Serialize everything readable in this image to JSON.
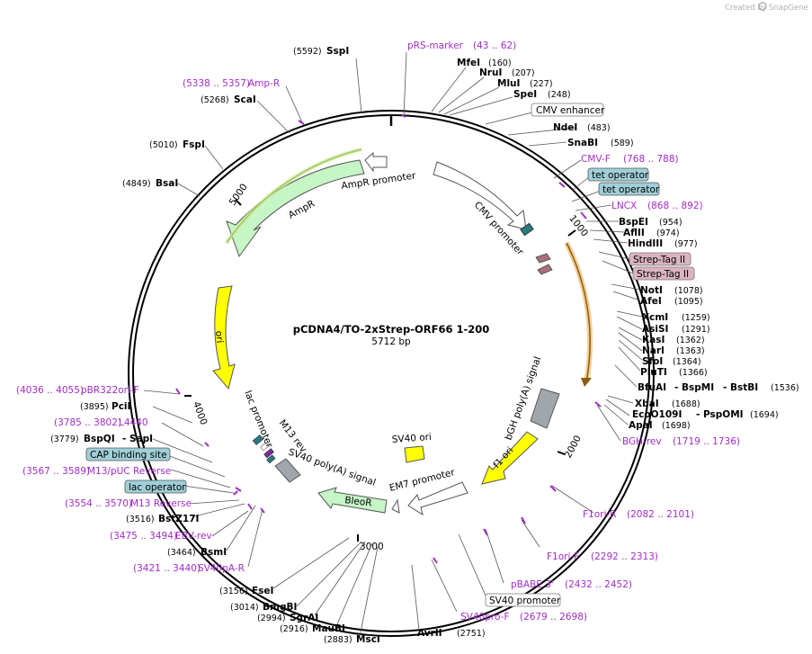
{
  "header": {
    "created_by": "Created by",
    "brand": "SnapGene"
  },
  "plasmid": {
    "name": "pCDNA4/TO-2xStrep-ORF66 1-200",
    "size_label": "5712 bp"
  },
  "ticks": [
    "1000",
    "2000",
    "3000",
    "4000",
    "5000"
  ],
  "colors": {
    "primer": "#a22cc9",
    "yellow": "#ffff00",
    "green": "#c6f5c6",
    "orange": "#e8a030",
    "teal": "#2a7a80",
    "mauve": "#a8707c"
  },
  "features": {
    "ampr_promoter": "AmpR promoter",
    "ampr": "AmpR",
    "cmv_promoter": "CMV promoter",
    "ori": "ori",
    "lac_promoter": "lac promoter",
    "m13_rev": "M13 rev",
    "sv40_polya": "SV40 poly(A) signal",
    "bleor": "BleoR",
    "em7": "EM7 promoter",
    "sv40_ori": "SV40 ori",
    "f1_ori": "f1 ori",
    "bgh": "bGH poly(A) signal"
  },
  "labels": {
    "sspi": {
      "pos": "(5592)",
      "name": "SspI"
    },
    "prs": {
      "name": "pRS-marker",
      "range": "(43 .. 62)"
    },
    "mfei": {
      "name": "MfeI",
      "pos": "(160)"
    },
    "nrui": {
      "name": "NruI",
      "pos": "(207)"
    },
    "mlui": {
      "name": "MluI",
      "pos": "(227)"
    },
    "spei": {
      "name": "SpeI",
      "pos": "(248)"
    },
    "cmv_enh": {
      "name": "CMV enhancer"
    },
    "ndei": {
      "name": "NdeI",
      "pos": "(483)"
    },
    "snabi": {
      "name": "SnaBI",
      "pos": "(589)"
    },
    "cmvf": {
      "name": "CMV-F",
      "range": "(768 .. 788)"
    },
    "tetop1": {
      "name": "tet operator"
    },
    "tetop2": {
      "name": "tet operator"
    },
    "lncx": {
      "name": "LNCX",
      "range": "(868 .. 892)"
    },
    "bspei": {
      "name": "BspEI",
      "pos": "(954)"
    },
    "aflii": {
      "name": "AflII",
      "pos": "(974)"
    },
    "hindiii": {
      "name": "HindIII",
      "pos": "(977)"
    },
    "strep1": {
      "name": "Strep-Tag II"
    },
    "strep2": {
      "name": "Strep-Tag II"
    },
    "noti": {
      "name": "NotI",
      "pos": "(1078)"
    },
    "afei": {
      "name": "AfeI",
      "pos": "(1095)"
    },
    "xcmi": {
      "name": "XcmI",
      "pos": "(1259)"
    },
    "asisi": {
      "name": "AsiSI",
      "pos": "(1291)"
    },
    "kasi": {
      "name": "KasI",
      "pos": "(1362)"
    },
    "nari": {
      "name": "NarI",
      "pos": "(1363)"
    },
    "sfoi": {
      "name": "SfoI",
      "pos": "(1364)"
    },
    "pluti": {
      "name": "PluTI",
      "pos": "(1366)"
    },
    "bfuai": {
      "name": "BfuAI",
      "mid": "- BspMI",
      "end": "- BstBI",
      "pos": "(1536)"
    },
    "xbai": {
      "name": "XbaI",
      "pos": "(1688)"
    },
    "eco": {
      "name": "EcoO109I",
      "mid": "- PspOMI",
      "pos": "(1694)"
    },
    "apai": {
      "name": "ApaI",
      "pos": "(1698)"
    },
    "bghrev": {
      "name": "BGH-rev",
      "range": "(1719 .. 1736)"
    },
    "f1orir": {
      "name": "F1ori-R",
      "range": "(2082 .. 2101)"
    },
    "f1orif": {
      "name": "F1ori-F",
      "range": "(2292 .. 2313)"
    },
    "pbabe": {
      "name": "pBABE 3'",
      "range": "(2432 .. 2452)"
    },
    "sv40prom": {
      "name": "SV40 promoter"
    },
    "sv40pro": {
      "name": "SV40pro-F",
      "range": "(2679 .. 2698)"
    },
    "avrii": {
      "name": "AvrII",
      "pos": "(2751)"
    },
    "msci": {
      "name": "MscI",
      "pos": "(2883)"
    },
    "maubi": {
      "name": "MauBI",
      "pos": "(2916)"
    },
    "sgrai": {
      "name": "SgrAI",
      "pos": "(2994)"
    },
    "bmgbi": {
      "name": "BmgBI",
      "pos": "(3014)"
    },
    "fsei": {
      "name": "FseI",
      "pos": "(3156)"
    },
    "sv40par": {
      "name": "SV40pA-R",
      "range": "(3421 .. 3440)"
    },
    "bsmi": {
      "name": "BsmI",
      "pos": "(3464)"
    },
    "ebvrev": {
      "name": "EBV-rev",
      "range": "(3475 .. 3494)"
    },
    "bstz": {
      "name": "BstZ17I",
      "pos": "(3516)"
    },
    "m13rev": {
      "name": "M13 Reverse",
      "range": "(3554 .. 3570)"
    },
    "lacop": {
      "name": "lac operator"
    },
    "m13puc": {
      "name": "M13/pUC Reverse",
      "range": "(3567 .. 3589)"
    },
    "cap": {
      "name": "CAP binding site"
    },
    "bspqi": {
      "name": "BspQI",
      "mid": "- SapI",
      "pos": "(3779)"
    },
    "l4440": {
      "name": "L4440",
      "range": "(3785 .. 3802)"
    },
    "pcii": {
      "name": "PciI",
      "pos": "(3895)"
    },
    "pbr322": {
      "name": "pBR322ori-F",
      "range": "(4036 .. 4055)"
    },
    "bsai": {
      "name": "BsaI",
      "pos": "(4849)"
    },
    "fspi": {
      "name": "FspI",
      "pos": "(5010)"
    },
    "scai": {
      "name": "ScaI",
      "pos": "(5268)"
    },
    "ampR_primer": {
      "name": "Amp-R",
      "range": "(5338 .. 5357)"
    }
  }
}
